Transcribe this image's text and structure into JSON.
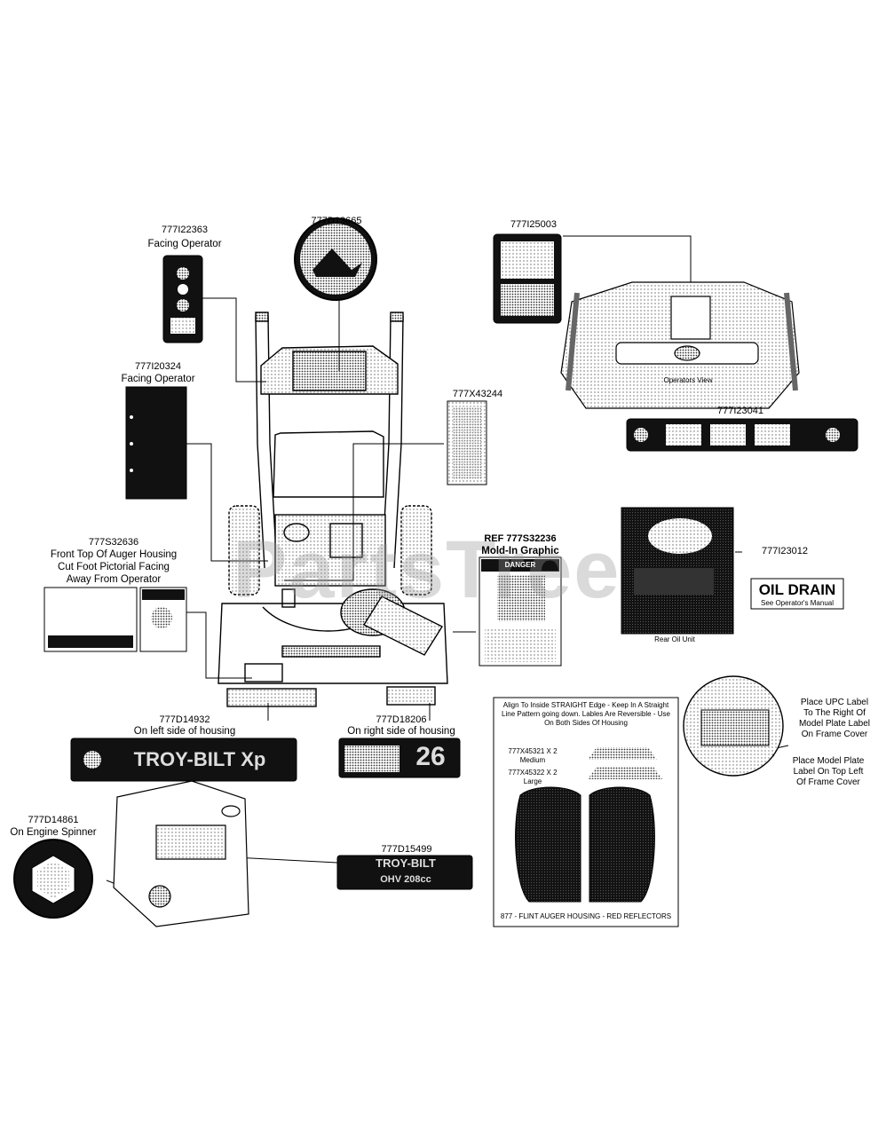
{
  "watermark": "PartsTree",
  "labels": {
    "p_22363": "777I22363",
    "p_22363_sub": "Facing Operator",
    "p_13665": "777D13665",
    "p_25003": "777I25003",
    "p_20324": "777I20324",
    "p_20324_sub": "Facing Operator",
    "p_43244": "777X43244",
    "operators_view": "Operators View",
    "p_23041": "777I23041",
    "p_32636": "777S32636",
    "p_32636_sub1": "Front Top Of Auger Housing",
    "p_32636_sub2": "Cut Foot Pictorial Facing",
    "p_32636_sub3": "Away From Operator",
    "p_32236": "REF 777S32236",
    "p_32236_sub": "Mold-In Graphic",
    "danger": "DANGER",
    "p_23012": "777I23012",
    "oil_drain": "OIL DRAIN",
    "oil_drain_sub": "See Operator's Manual",
    "rear_oil_unit": "Rear Oil Unit",
    "p_14932": "777D14932",
    "p_14932_sub": "On left side of housing",
    "p_18206": "777D18206",
    "p_18206_sub": "On right side of housing",
    "decal_26": "26",
    "align_note1": "Align To Inside STRAIGHT Edge - Keep In A Straight",
    "align_note2": "Line Pattern going down. Lables Are Reversible - Use",
    "align_note3": "On Both Sides Of Housing",
    "medium": "777X45321 X 2 Medium",
    "large": "777X45322 X 2 Large",
    "housing_note": "877 - FLINT AUGER HOUSING - RED REFLECTORS",
    "upc_note1": "Place UPC Label",
    "upc_note2": "To The Right Of",
    "upc_note3": "Model Plate Label",
    "upc_note4": "On Frame Cover",
    "model_note1": "Place Model Plate",
    "model_note2": "Label On Top Left",
    "model_note3": "Of Frame Cover",
    "p_14861": "777D14861",
    "p_14861_sub": "On Engine Spinner",
    "p_15499": "777D15499",
    "ohv": "OHV 208cc",
    "troybilt": "TROY-BILT",
    "xp": "Xp"
  }
}
